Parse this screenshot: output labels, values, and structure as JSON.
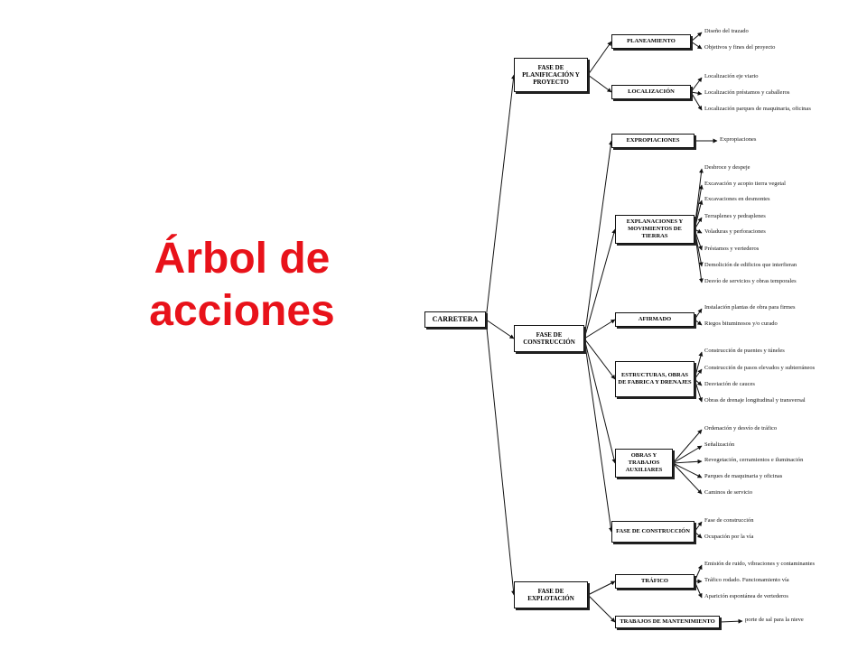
{
  "title": {
    "line1": "Árbol de",
    "line2": "acciones"
  },
  "tree": {
    "root": "CARRETERA",
    "phases": [
      {
        "label": "FASE DE PLANIFICACIÓN Y PROYECTO",
        "groups": [
          {
            "label": "PLANEAMIENTO",
            "items": [
              "Diseño del trazado",
              "Objetivos y fines del proyecto"
            ]
          },
          {
            "label": "LOCALIZACIÓN",
            "items": [
              "Localización eje viario",
              "Localización préstamos y caballeros",
              "Localización parques de maquinaria, oficinas"
            ]
          }
        ]
      },
      {
        "label": "FASE DE CONSTRUCCIÓN",
        "groups": [
          {
            "label": "EXPROPIACIONES",
            "items": [
              "Expropiaciones"
            ]
          },
          {
            "label": "EXPLANACIONES Y MOVIMIENTOS DE TIERRAS",
            "items": [
              "Desbroce y despeje",
              "Excavación y acopio tierra vegetal",
              "Excavaciones en desmontes",
              "Terraplenes y pedraplenes",
              "Voladuras y perforaciones",
              "Préstamos y vertederos",
              "Demolición de edificios que interfieran",
              "Desvío de servicios y obras temporales"
            ]
          },
          {
            "label": "AFIRMADO",
            "items": [
              "Instalación plantas de obra para firmes",
              "Riegos bituminosos y/o curado"
            ]
          },
          {
            "label": "ESTRUCTURAS, OBRAS DE FABRICA Y DRENAJES",
            "items": [
              "Construcción de puentes y túneles",
              "Construcción de pasos elevados y subterráneos",
              "Desviación de cauces",
              "Obras de drenaje longitudinal y transversal"
            ]
          },
          {
            "label": "OBRAS Y TRABAJOS AUXILIARES",
            "items": [
              "Ordenación y desvío de tráfico",
              "Señalización",
              "Revegetación, cerramientos e iluminación",
              "Parques de maquinaria y oficinas",
              "Caminos de servicio"
            ]
          },
          {
            "label": "FASE DE CONSTRUCCIÓN",
            "items": [
              "Fase de construcción",
              "Ocupación por la vía"
            ]
          }
        ]
      },
      {
        "label": "FASE DE EXPLOTACIÓN",
        "groups": [
          {
            "label": "TRÁFICO",
            "items": [
              "Emisión de ruido, vibraciones y contaminantes",
              "Tráfico rodado. Funcionamiento vía",
              "Aparición espontánea de vertederos"
            ]
          },
          {
            "label": "TRABAJOS DE MANTENIMIENTO",
            "items": [
              "porte de sal para la nieve"
            ]
          }
        ]
      }
    ]
  }
}
